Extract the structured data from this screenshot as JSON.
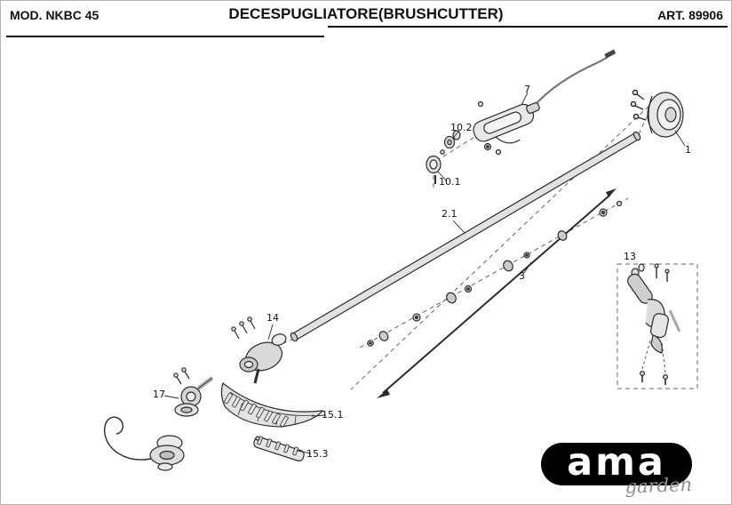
{
  "header": {
    "model": "MOD. NKBC 45",
    "title": "DECESPUGLIATORE(BRUSHCUTTER)",
    "article": "ART. 89906"
  },
  "diagram": {
    "description": "Exploded parts view of brushcutter",
    "part_labels": [
      {
        "id": "1"
      },
      {
        "id": "7"
      },
      {
        "id": "10.2"
      },
      {
        "id": "10.1"
      },
      {
        "id": "2.1"
      },
      {
        "id": "3"
      },
      {
        "id": "13"
      },
      {
        "id": "14"
      },
      {
        "id": "17"
      },
      {
        "id": "15.1"
      },
      {
        "id": "15.3"
      }
    ]
  },
  "logo": {
    "brand": "ama",
    "tagline": "garden"
  },
  "colors": {
    "line": "#2b2b2b",
    "shade": "#d8d8d8",
    "logo_bg": "#000000"
  }
}
